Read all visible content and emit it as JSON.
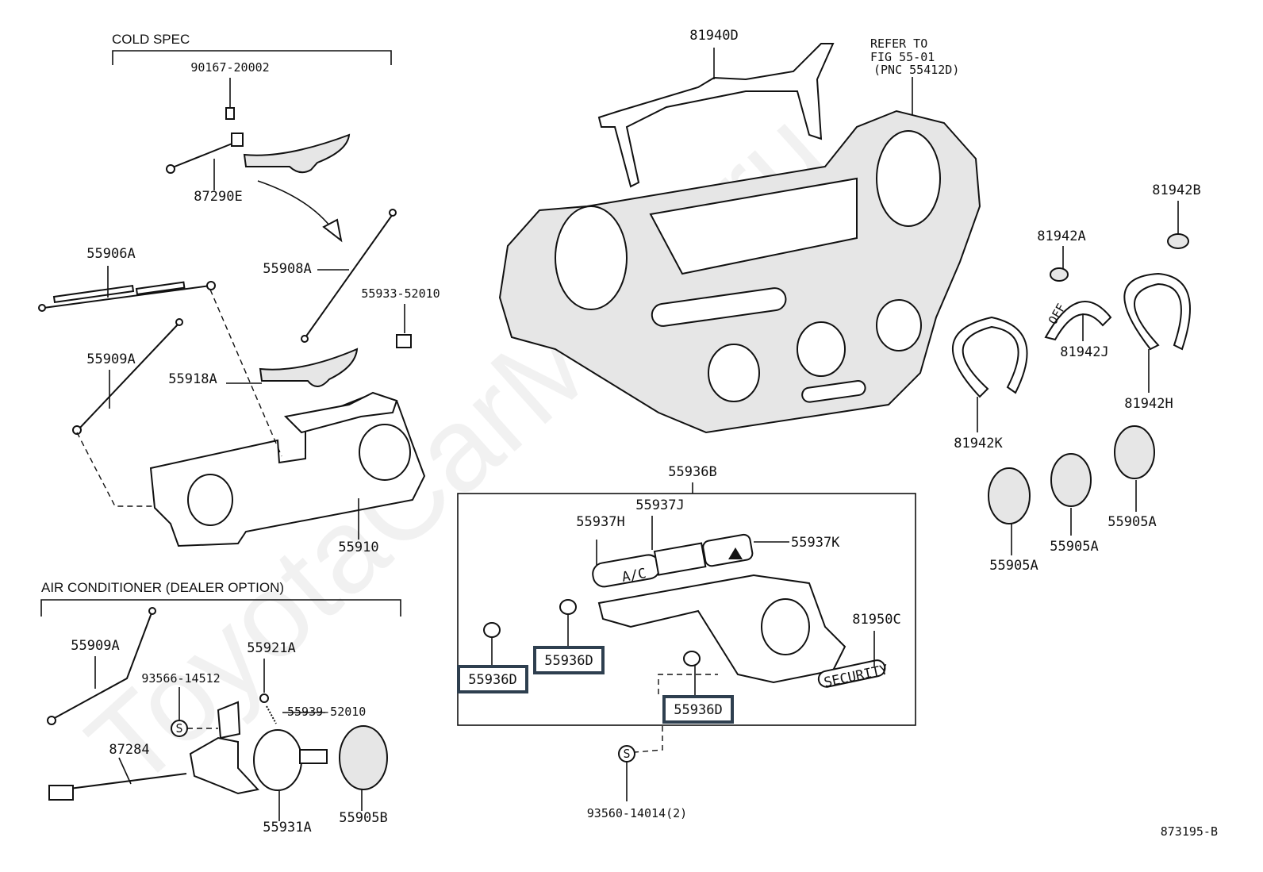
{
  "watermark": "ToyotaCarMine.ru",
  "drawing_number": "873195-B",
  "sections": {
    "cold_spec": "COLD SPEC",
    "air_conditioner": "AIR CONDITIONER (DEALER OPTION)"
  },
  "reference_note": [
    "REFER TO",
    "FIG 55-01",
    "(PNC 55412D)"
  ],
  "highlight_color": "#2e3f4f",
  "labels": {
    "p90167": "90167-20002",
    "p87290E": "87290E",
    "p55906A": "55906A",
    "p55908A": "55908A",
    "p55933": "55933-52010",
    "p55909A_top": "55909A",
    "p55918A": "55918A",
    "p55910": "55910",
    "p55909A_ac": "55909A",
    "p55921A": "55921A",
    "p93566": "93566-14512",
    "p55939": "55939-52010",
    "p87284": "87284",
    "p55931A": "55931A",
    "p55905B": "55905B",
    "p81940D": "81940D",
    "p81942B": "81942B",
    "p81942A": "81942A",
    "p81942J": "81942J",
    "p81942H": "81942H",
    "p81942K": "81942K",
    "p55936B": "55936B",
    "p55937J": "55937J",
    "p55937H": "55937H",
    "p55937K": "55937K",
    "p81950C": "81950C",
    "p55936D_1": "55936D",
    "p55936D_2": "55936D",
    "p55936D_3": "55936D",
    "p55905A_1": "55905A",
    "p55905A_2": "55905A",
    "p55905A_3": "55905A",
    "p93560": "93560-14014(2)"
  },
  "part_markings": {
    "ac_button": "A/C",
    "security_lamp": "SECURITY",
    "screw_symbol": "S",
    "dial_off": "OFF"
  }
}
